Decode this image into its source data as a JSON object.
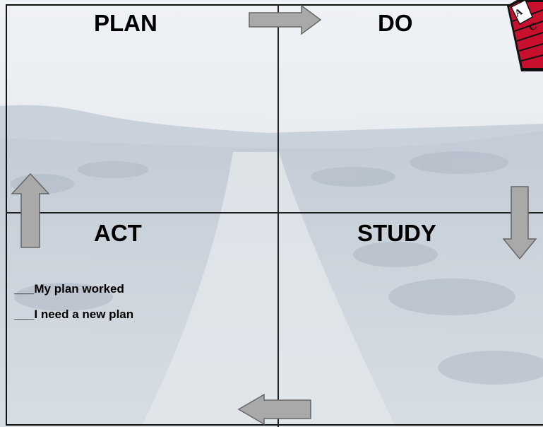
{
  "quadrants": {
    "plan": "PLAN",
    "do": "DO",
    "study": "STUDY",
    "act": "ACT"
  },
  "checklist": [
    {
      "blank": "___",
      "text": "My plan worked"
    },
    {
      "blank": "___",
      "text": "I need a new plan"
    }
  ],
  "colors": {
    "arrow_fill": "#a9a9a9",
    "arrow_stroke": "#666666",
    "divider": "#222222",
    "sky": "#dfe5ee",
    "ground": "#b9c3ce",
    "logo_red": "#c8102e"
  },
  "icons": {
    "arrow_plan_to_do": "arrow-right-icon",
    "arrow_do_to_study": "arrow-down-icon",
    "arrow_study_to_act": "arrow-left-icon",
    "arrow_act_to_plan": "arrow-up-icon",
    "corner_badge": "corner-badge-icon"
  }
}
